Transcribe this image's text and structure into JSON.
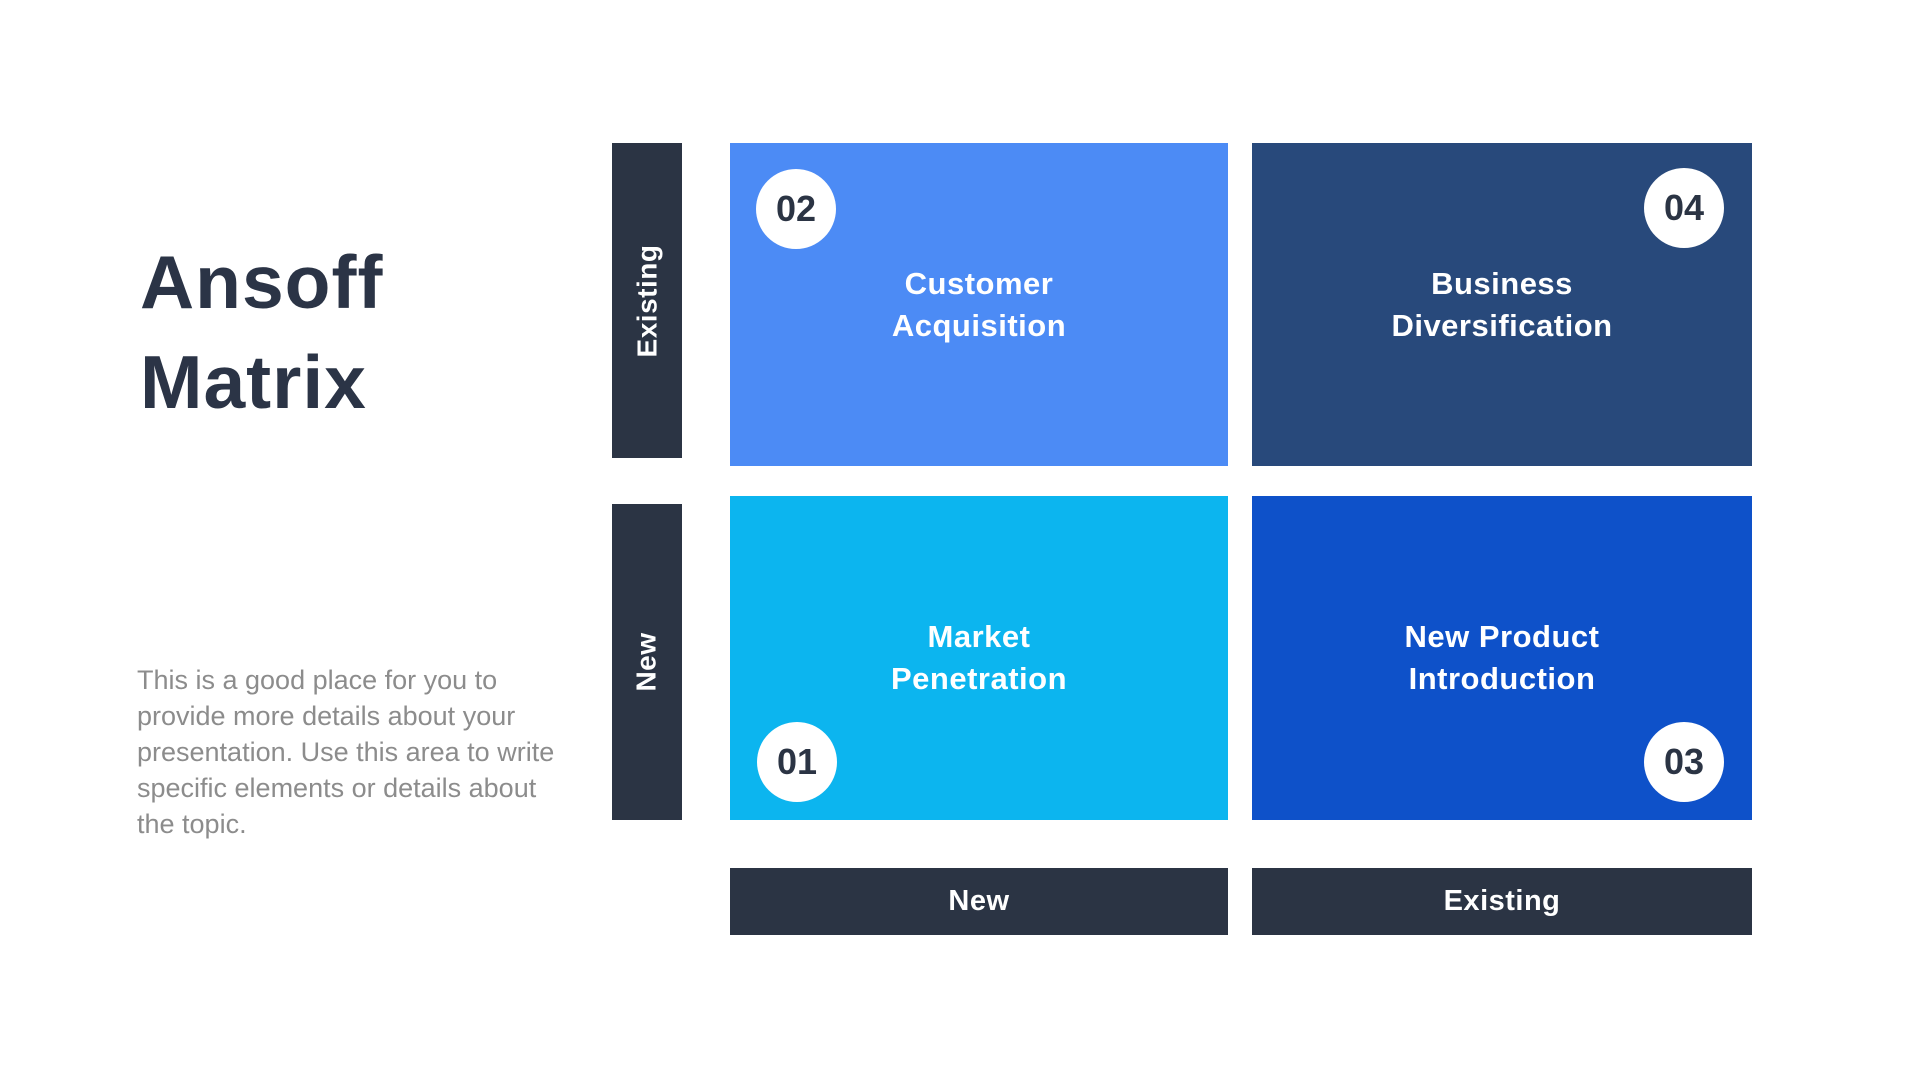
{
  "page": {
    "title_line1": "Ansoff",
    "title_line2": "Matrix",
    "description": "This is a good place for you to provide more details about your presentation. Use this area to write specific elements or details about the topic."
  },
  "matrix": {
    "row_labels": {
      "top": "Existing",
      "bottom": "New"
    },
    "col_labels": {
      "left": "New",
      "right": "Existing"
    },
    "quadrants": [
      {
        "id": "market-penetration",
        "number": "01",
        "line1": "Market",
        "line2": "Penetration",
        "color": "#0CB5EF",
        "badge_position": "bottom-left"
      },
      {
        "id": "customer-acquisition",
        "number": "02",
        "line1": "Customer",
        "line2": "Acquisition",
        "color": "#4C8BF5",
        "badge_position": "top-left"
      },
      {
        "id": "new-product-introduction",
        "number": "03",
        "line1": "New Product",
        "line2": "Introduction",
        "color": "#0E51C9",
        "badge_position": "bottom-right"
      },
      {
        "id": "business-diversification",
        "number": "04",
        "line1": "Business",
        "line2": "Diversification",
        "color": "#28497B",
        "badge_position": "top-right"
      }
    ]
  },
  "colors": {
    "axis_bar": "#2B3444",
    "title_text": "#2B3446",
    "body_text": "#8C8C8C",
    "quadrant_text": "#FFFFFF",
    "badge_background": "#FFFFFF",
    "badge_text": "#2B3444"
  }
}
